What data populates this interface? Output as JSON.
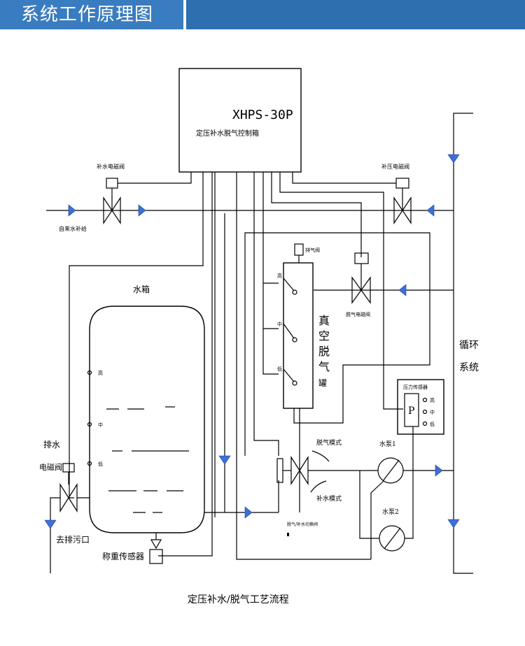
{
  "header": {
    "title": "系统工作原理图"
  },
  "controller": {
    "model": "XHPS-30P",
    "name": "定压补水脱气控制箱"
  },
  "labels": {
    "fill_solenoid": "补水电磁阀",
    "right_solenoid": "补压电磁阀",
    "inlet": "自来水补给",
    "vent_valve": "排气阀",
    "degas_solenoid": "脱气电磁阀",
    "tank_v1": "真",
    "tank_v2": "空",
    "tank_v3": "脱",
    "tank_v4": "气",
    "tank_v5": "罐",
    "level_high": "高",
    "level_mid": "中",
    "level_low": "低",
    "water_tank": "水箱",
    "tank_high": "高",
    "tank_mid": "中",
    "tank_low": "低",
    "drain_1": "排水",
    "drain_2": "电磁阀",
    "sewage": "去排污口",
    "weight_sensor": "称重传感器",
    "degas_mode": "脱气模式",
    "fill_mode": "补水模式",
    "three_way": "脱气/补水切换阀",
    "pump1": "水泵1",
    "pump2": "水泵2",
    "pressure_box": "压力传感器",
    "pressure_p": "P",
    "pressure_high": "高",
    "pressure_mid": "中",
    "pressure_low": "低",
    "circ_1": "循环",
    "circ_2": "系统",
    "caption": "定压补水/脱气工艺流程"
  }
}
